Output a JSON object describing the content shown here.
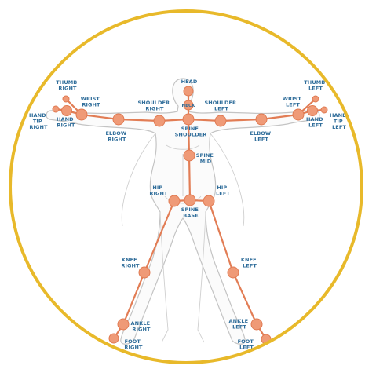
{
  "diagram": {
    "colors": {
      "ring": "#e8b92a",
      "joint": "#ef9a77",
      "bone": "#e27d55",
      "label": "#2f6d9a",
      "body_outline": "#c4c4c4"
    },
    "labels": {
      "head": [
        "HEAD"
      ],
      "neck": [
        "NECK"
      ],
      "shoulder_right": [
        "SHOULDER",
        "RIGHT"
      ],
      "shoulder_left": [
        "SHOULDER",
        "LEFT"
      ],
      "spine_shoulder": [
        "SPINE",
        "SHOULDER"
      ],
      "spine_mid": [
        "SPINE",
        "MID"
      ],
      "spine_base": [
        "SPINE",
        "BASE"
      ],
      "elbow_right": [
        "ELBOW",
        "RIGHT"
      ],
      "elbow_left": [
        "ELBOW",
        "LEFT"
      ],
      "wrist_right": [
        "WRIST",
        "RIGHT"
      ],
      "wrist_left": [
        "WRIST",
        "LEFT"
      ],
      "thumb_right": [
        "THUMB",
        "RIGHT"
      ],
      "thumb_left": [
        "THUMB",
        "LEFT"
      ],
      "hand_right": [
        "HAND",
        "RIGHT"
      ],
      "hand_left": [
        "HAND",
        "LEFT"
      ],
      "hand_tip_right": [
        "HAND",
        "TIP",
        "RIGHT"
      ],
      "hand_tip_left": [
        "HAND",
        "TIP",
        "LEFT"
      ],
      "hip_right": [
        "HIP",
        "RIGHT"
      ],
      "hip_left": [
        "HIP",
        "LEFT"
      ],
      "knee_right": [
        "KNEE",
        "RIGHT"
      ],
      "knee_left": [
        "KNEE",
        "LEFT"
      ],
      "ankle_right": [
        "ANKLE",
        "RIGHT"
      ],
      "ankle_left": [
        "ANKLE",
        "LEFT"
      ],
      "foot_right": [
        "FOOT",
        "RIGHT"
      ],
      "foot_left": [
        "FOOT",
        "LEFT"
      ]
    }
  }
}
